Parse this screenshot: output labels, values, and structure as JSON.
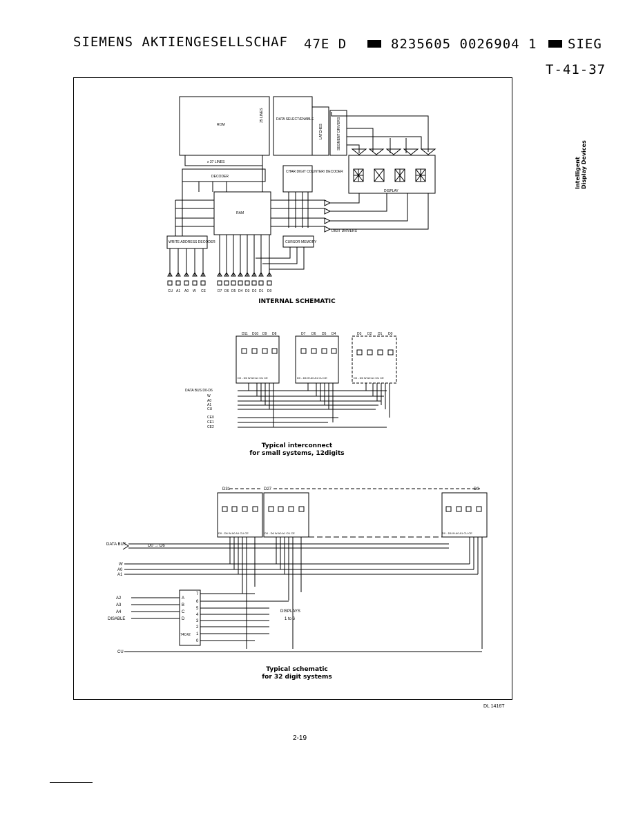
{
  "header": {
    "left": "SIEMENS AKTIENGESELLSCHAF",
    "code": "47E D",
    "numbers": "8235605 0026904 1",
    "right": "SIEG",
    "ref": "T-41-37"
  },
  "side_tab": {
    "line1": "Intelligent",
    "line2": "Display Devices"
  },
  "internal": {
    "blocks": {
      "rom": "ROM",
      "rom_lines": "35 LINES",
      "data_sel": "DATA SELECT/ENABLE",
      "latches": "LATCHES",
      "seg_drivers": "SEGMENT DRIVERS",
      "x37": "x 37 LINES",
      "decoder": "DECODER",
      "char_counter": "CHAR DIGIT COUNTER/ DECODER",
      "ram": "RAM",
      "write_decoder": "WRITE ADDRESS DECODER",
      "cursor": "CURSOR MEMORY",
      "display": "DISPLAY",
      "digit_drivers": "DIGIT DRIVERS"
    },
    "pins": [
      "CU",
      "A1",
      "A0",
      "W",
      "CE",
      "D7",
      "D6",
      "D5",
      "D4",
      "D3",
      "D2",
      "D1",
      "D0"
    ],
    "caption": "INTERNAL SCHEMATIC"
  },
  "interconnect": {
    "chips": [
      {
        "digits": [
          "D11",
          "D10",
          "D9",
          "D8"
        ],
        "pins": "D0 - D6  W A0 A1 CU CE"
      },
      {
        "digits": [
          "D7",
          "D6",
          "D5",
          "D4"
        ],
        "pins": "D0 - D6  W A0 A1 CU CE"
      },
      {
        "digits": [
          "D3",
          "D2",
          "D1",
          "D0"
        ],
        "pins": "D0 - D6  W A0 A1 CU CE"
      }
    ],
    "signals": [
      "DATA BUS D0-D6",
      "W",
      "A0",
      "A1",
      "CU",
      "CE0",
      "CE1",
      "CE2"
    ],
    "caption_line1": "Typical interconnect",
    "caption_line2": "for small systems, 12digits"
  },
  "system32": {
    "chip_labels": [
      "D31",
      "D27",
      "D0"
    ],
    "chip_pins": "D0 - D6  W A0 A1 CU CE",
    "data_bus": "DATA BUS",
    "bus_range": "D0 → D6",
    "signals_left": [
      "W",
      "A0",
      "A1"
    ],
    "decoder_inputs": [
      "A2",
      "A3",
      "A4",
      "DISABLE"
    ],
    "decoder_pins_in": [
      "A",
      "B",
      "C",
      "D"
    ],
    "decoder_outputs": [
      "7",
      "6",
      "5",
      "4",
      "3",
      "2",
      "1",
      "0"
    ],
    "decoder_name": "74C42",
    "displays_label": "DISPLAYS",
    "displays_range": "1 to 6",
    "cu_label": "CU",
    "caption_line1": "Typical schematic",
    "caption_line2": "for 32 digit systems"
  },
  "figure_ref": "DL 1416T",
  "page_number": "2-19"
}
